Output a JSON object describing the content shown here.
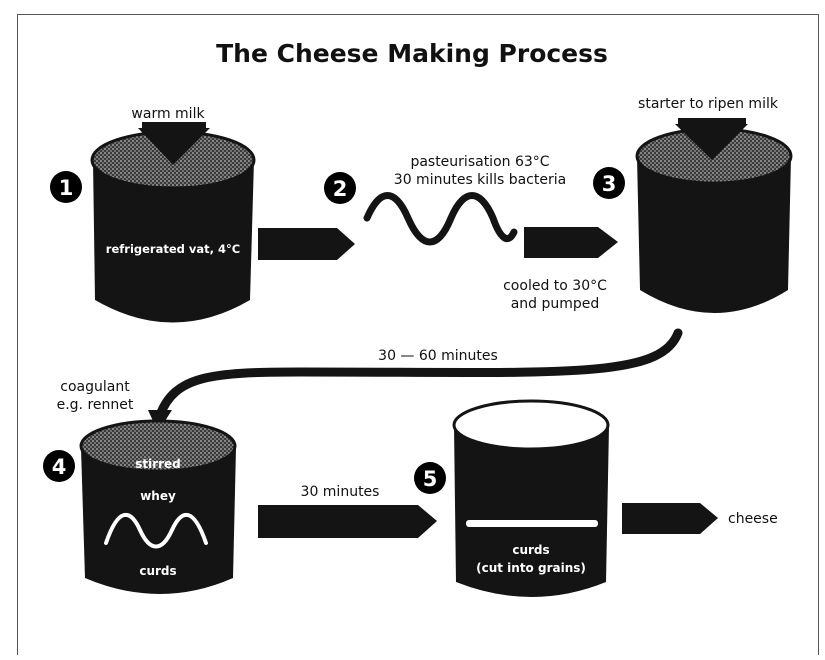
{
  "title": "The Cheese Making Process",
  "steps": [
    {
      "number": "1",
      "label_top": "warm milk",
      "vat_label": "refrigerated vat, 4°C"
    },
    {
      "number": "2",
      "label_line1": "pasteurisation 63°C",
      "label_line2": "30 minutes kills bacteria"
    },
    {
      "number": "3",
      "label_top": "starter to ripen milk"
    },
    {
      "number": "4",
      "label_top_line1": "coagulant",
      "label_top_line2": "e.g. rennet",
      "vat_stirred": "stirred",
      "vat_whey": "whey",
      "vat_curds": "curds"
    },
    {
      "number": "5",
      "vat_line1": "curds",
      "vat_line2": "(cut into grains)"
    }
  ],
  "annotations": {
    "cooled_line1": "cooled to 30°C",
    "cooled_line2": "and pumped",
    "thirty_sixty": "30 — 60 minutes",
    "thirty": "30 minutes",
    "cheese": "cheese"
  }
}
